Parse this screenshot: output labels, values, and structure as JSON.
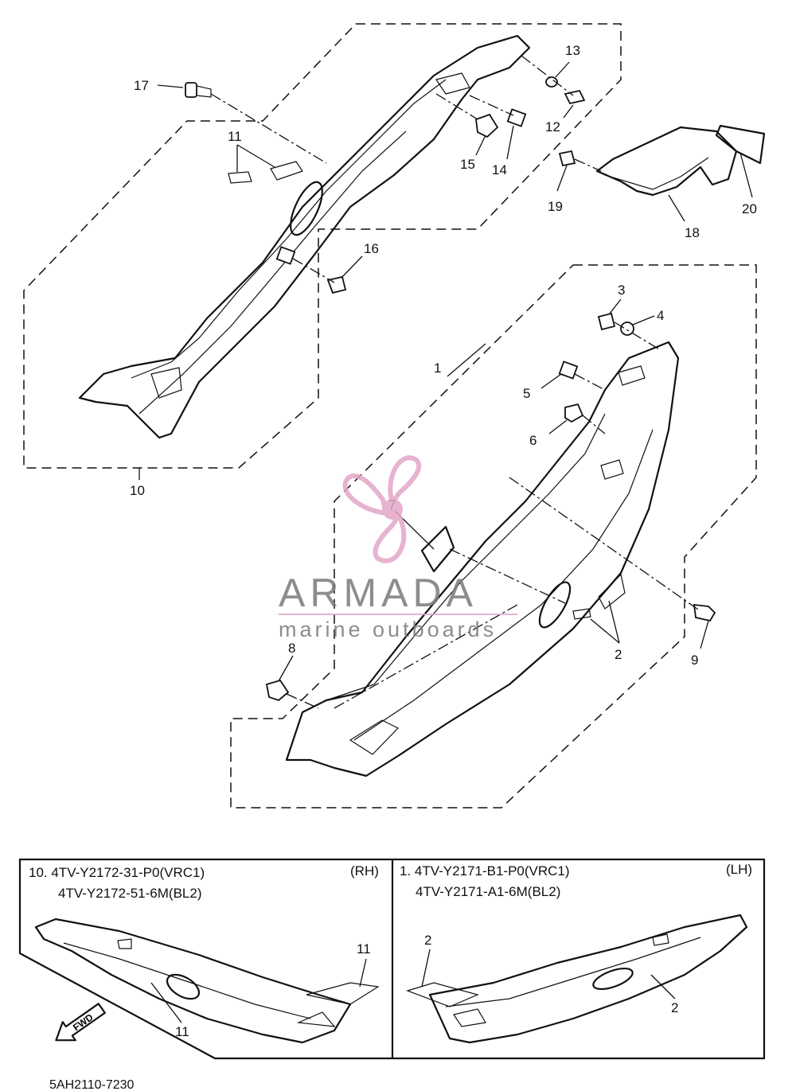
{
  "callouts": {
    "c1": "1",
    "c2": "2",
    "c3": "3",
    "c4": "4",
    "c5": "5",
    "c6": "6",
    "c7": "7",
    "c8": "8",
    "c9": "9",
    "c10": "10",
    "c11": "11",
    "c12": "12",
    "c13": "13",
    "c14": "14",
    "c15": "15",
    "c16": "16",
    "c17": "17",
    "c18": "18",
    "c19": "19",
    "c20": "20"
  },
  "watermark": {
    "brand": "ARMADA",
    "tagline": "marine outboards",
    "accent_color": "#e3a6c8",
    "logo_icon": "propeller-icon"
  },
  "inset_right_hand": {
    "line1": "10. 4TV-Y2172-31-P0(VRC1)",
    "line2": "4TV-Y2172-51-6M(BL2)",
    "side": "(RH)",
    "label_a": "11",
    "label_b": "11",
    "direction": "FWD"
  },
  "inset_left_hand": {
    "line1": "1. 4TV-Y2171-B1-P0(VRC1)",
    "line2": "4TV-Y2171-A1-6M(BL2)",
    "side": "(LH)",
    "label_a": "2",
    "label_b": "2"
  },
  "diagram_code": "5AH2110-7230"
}
